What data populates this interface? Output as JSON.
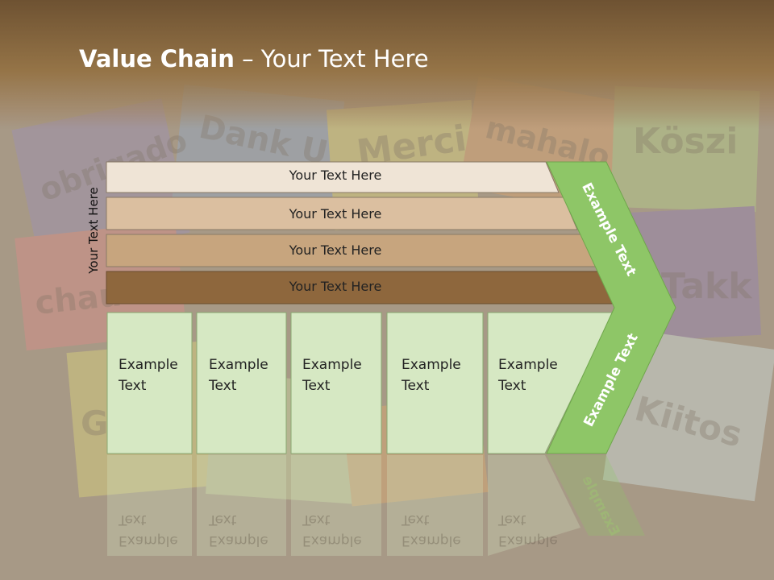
{
  "title": {
    "bold": "Value Chain",
    "rest": " – Your Text Here"
  },
  "side_label": "Your Text Here",
  "bars": [
    {
      "label": "Your Text Here"
    },
    {
      "label": "Your Text Here"
    },
    {
      "label": "Your Text Here"
    },
    {
      "label": "Your Text Here"
    }
  ],
  "boxes": [
    {
      "line1": "Example",
      "line2": "Text"
    },
    {
      "line1": "Example",
      "line2": "Text"
    },
    {
      "line1": "Example",
      "line2": "Text"
    },
    {
      "line1": "Example",
      "line2": "Text"
    },
    {
      "line1": "Example",
      "line2": "Text"
    }
  ],
  "chevron": {
    "upper": "Example Text",
    "lower": "Example Text",
    "reflection": "Example"
  },
  "background_words": [
    "obrigado",
    "Dank U",
    "Merci",
    "mahalo",
    "Köszi",
    "chau",
    "Takk",
    "Kiitos",
    "G"
  ],
  "colors": {
    "bar1": "#efe4d6",
    "bar2": "#dbbfa0",
    "bar3": "#c7a57e",
    "bar4": "#8e673d",
    "box": "#d6e8c3",
    "chevron": "#8ec667"
  }
}
